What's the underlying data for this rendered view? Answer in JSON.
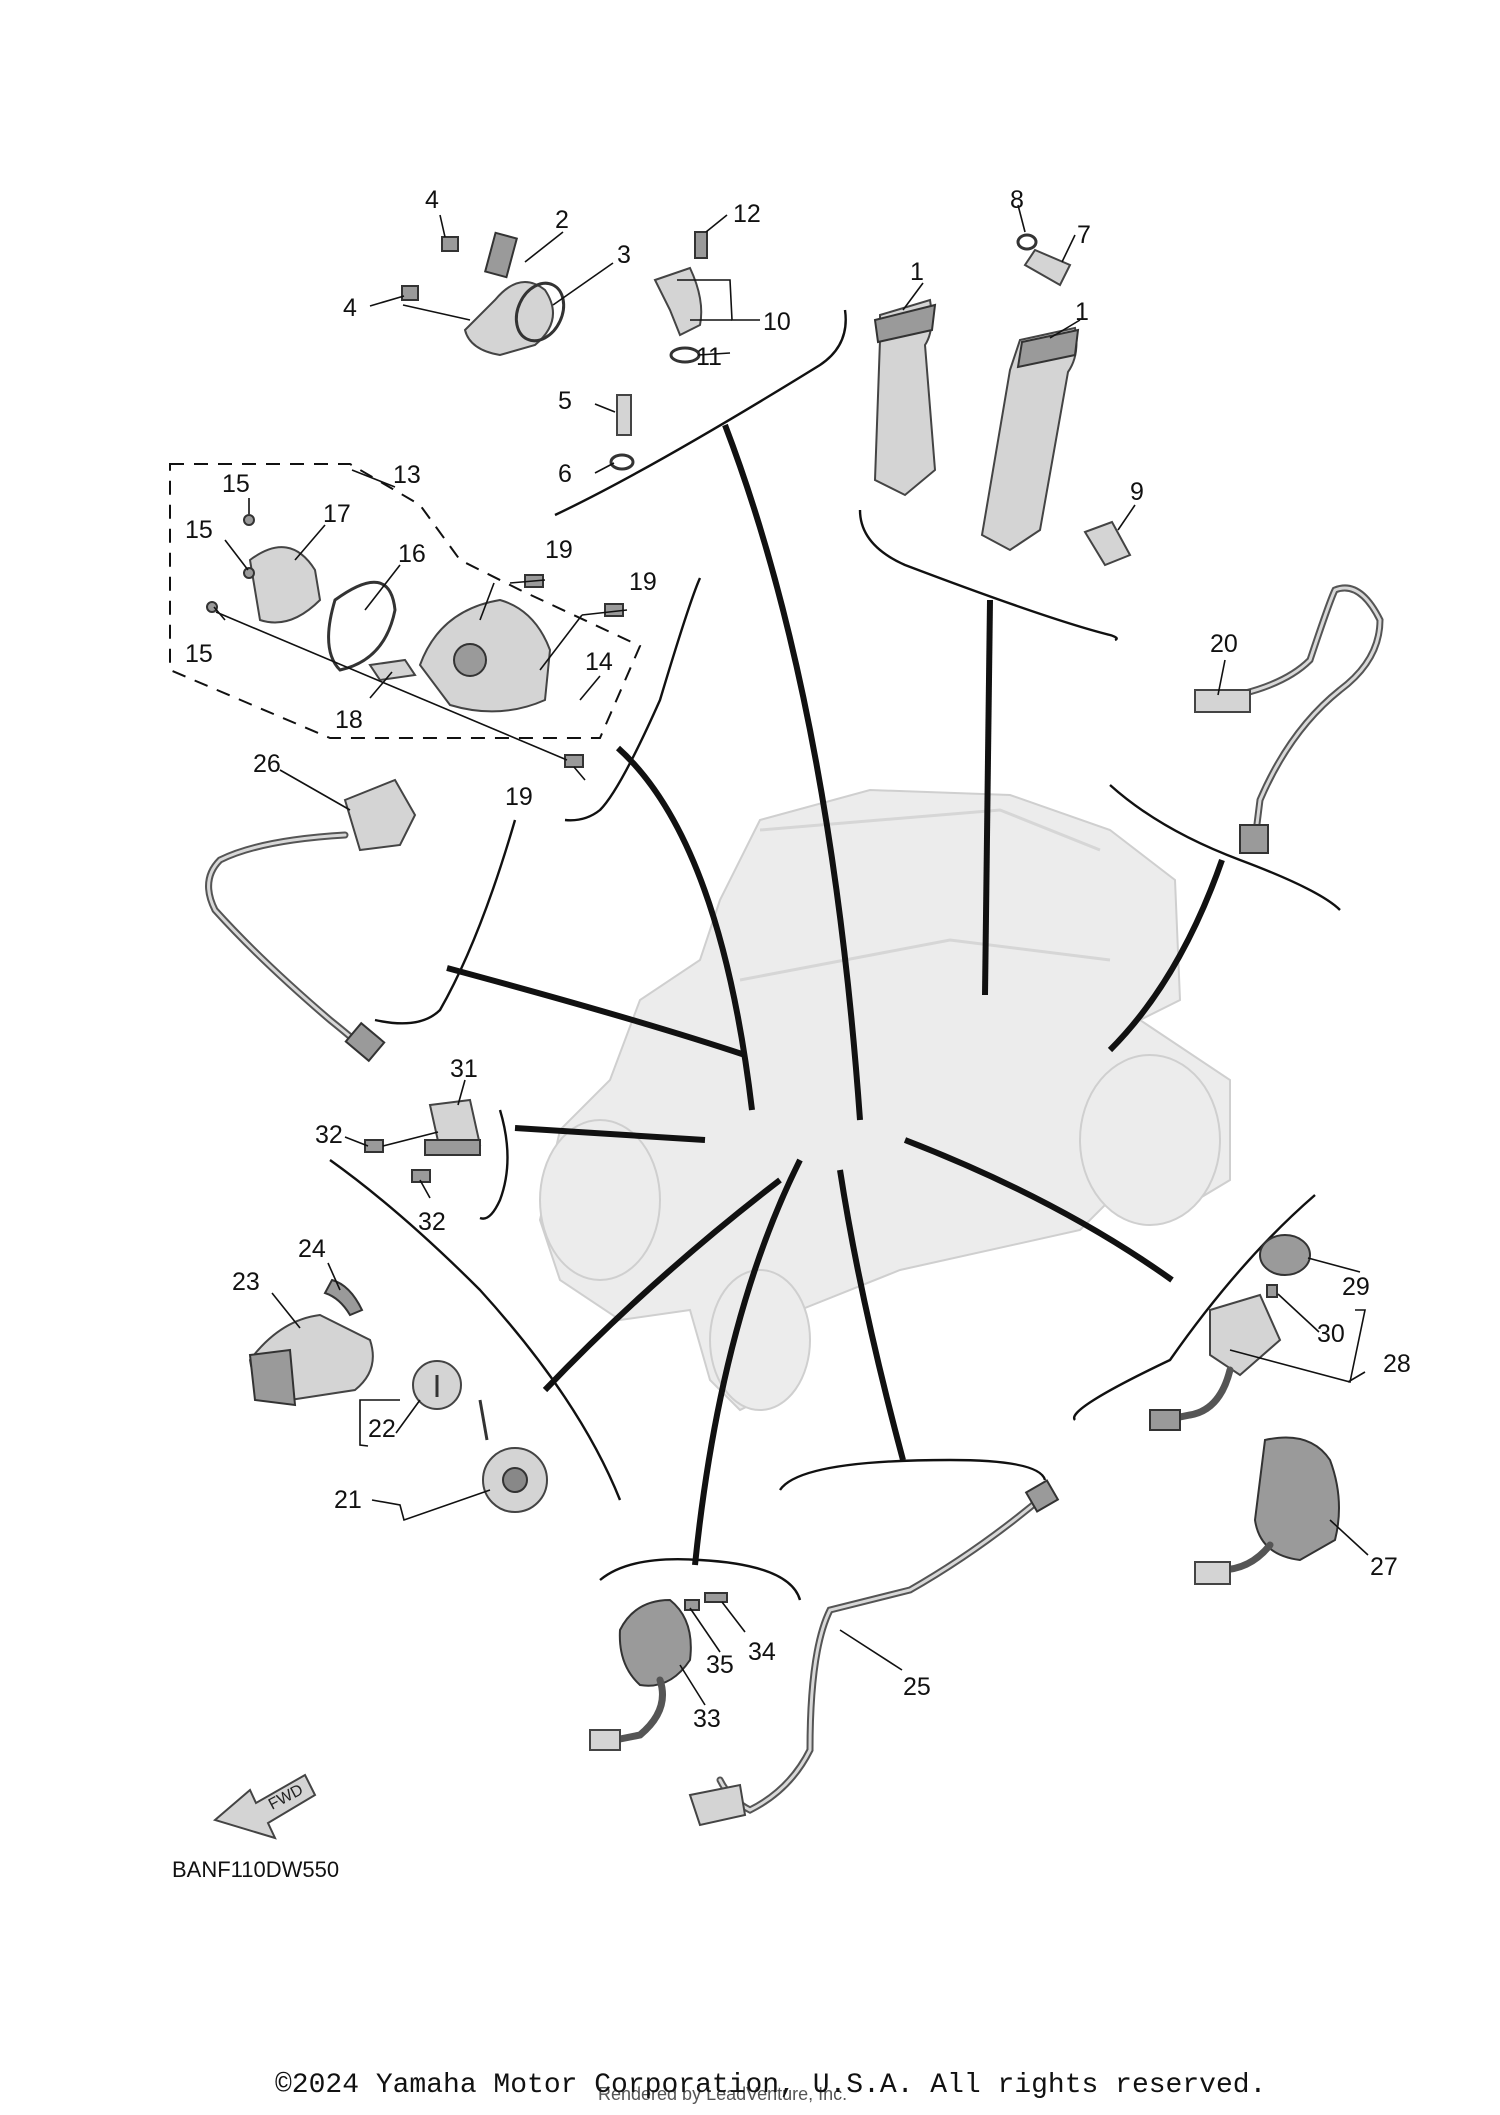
{
  "diagram": {
    "callouts": {
      "p1a": "1",
      "p1b": "1",
      "p2": "2",
      "p3": "3",
      "p4a": "4",
      "p4b": "4",
      "p5": "5",
      "p6": "6",
      "p7": "7",
      "p8": "8",
      "p9": "9",
      "p10": "10",
      "p11": "11",
      "p12": "12",
      "p13": "13",
      "p14": "14",
      "p15a": "15",
      "p15b": "15",
      "p15c": "15",
      "p16": "16",
      "p17": "17",
      "p18": "18",
      "p19a": "19",
      "p19b": "19",
      "p19c": "19",
      "p20": "20",
      "p21": "21",
      "p22": "22",
      "p23": "23",
      "p24": "24",
      "p25": "25",
      "p26": "26",
      "p27": "27",
      "p28": "28",
      "p29": "29",
      "p30": "30",
      "p31": "31",
      "p32a": "32",
      "p32b": "32",
      "p33": "33",
      "p34": "34",
      "p35": "35"
    },
    "fwd_label": "FWD",
    "diagram_code": "BANF110DW550",
    "copyright": "©2024 Yamaha Motor Corporation, U.S.A. All rights reserved.",
    "rendered_by": "Rendered by LeadVenture, Inc."
  }
}
